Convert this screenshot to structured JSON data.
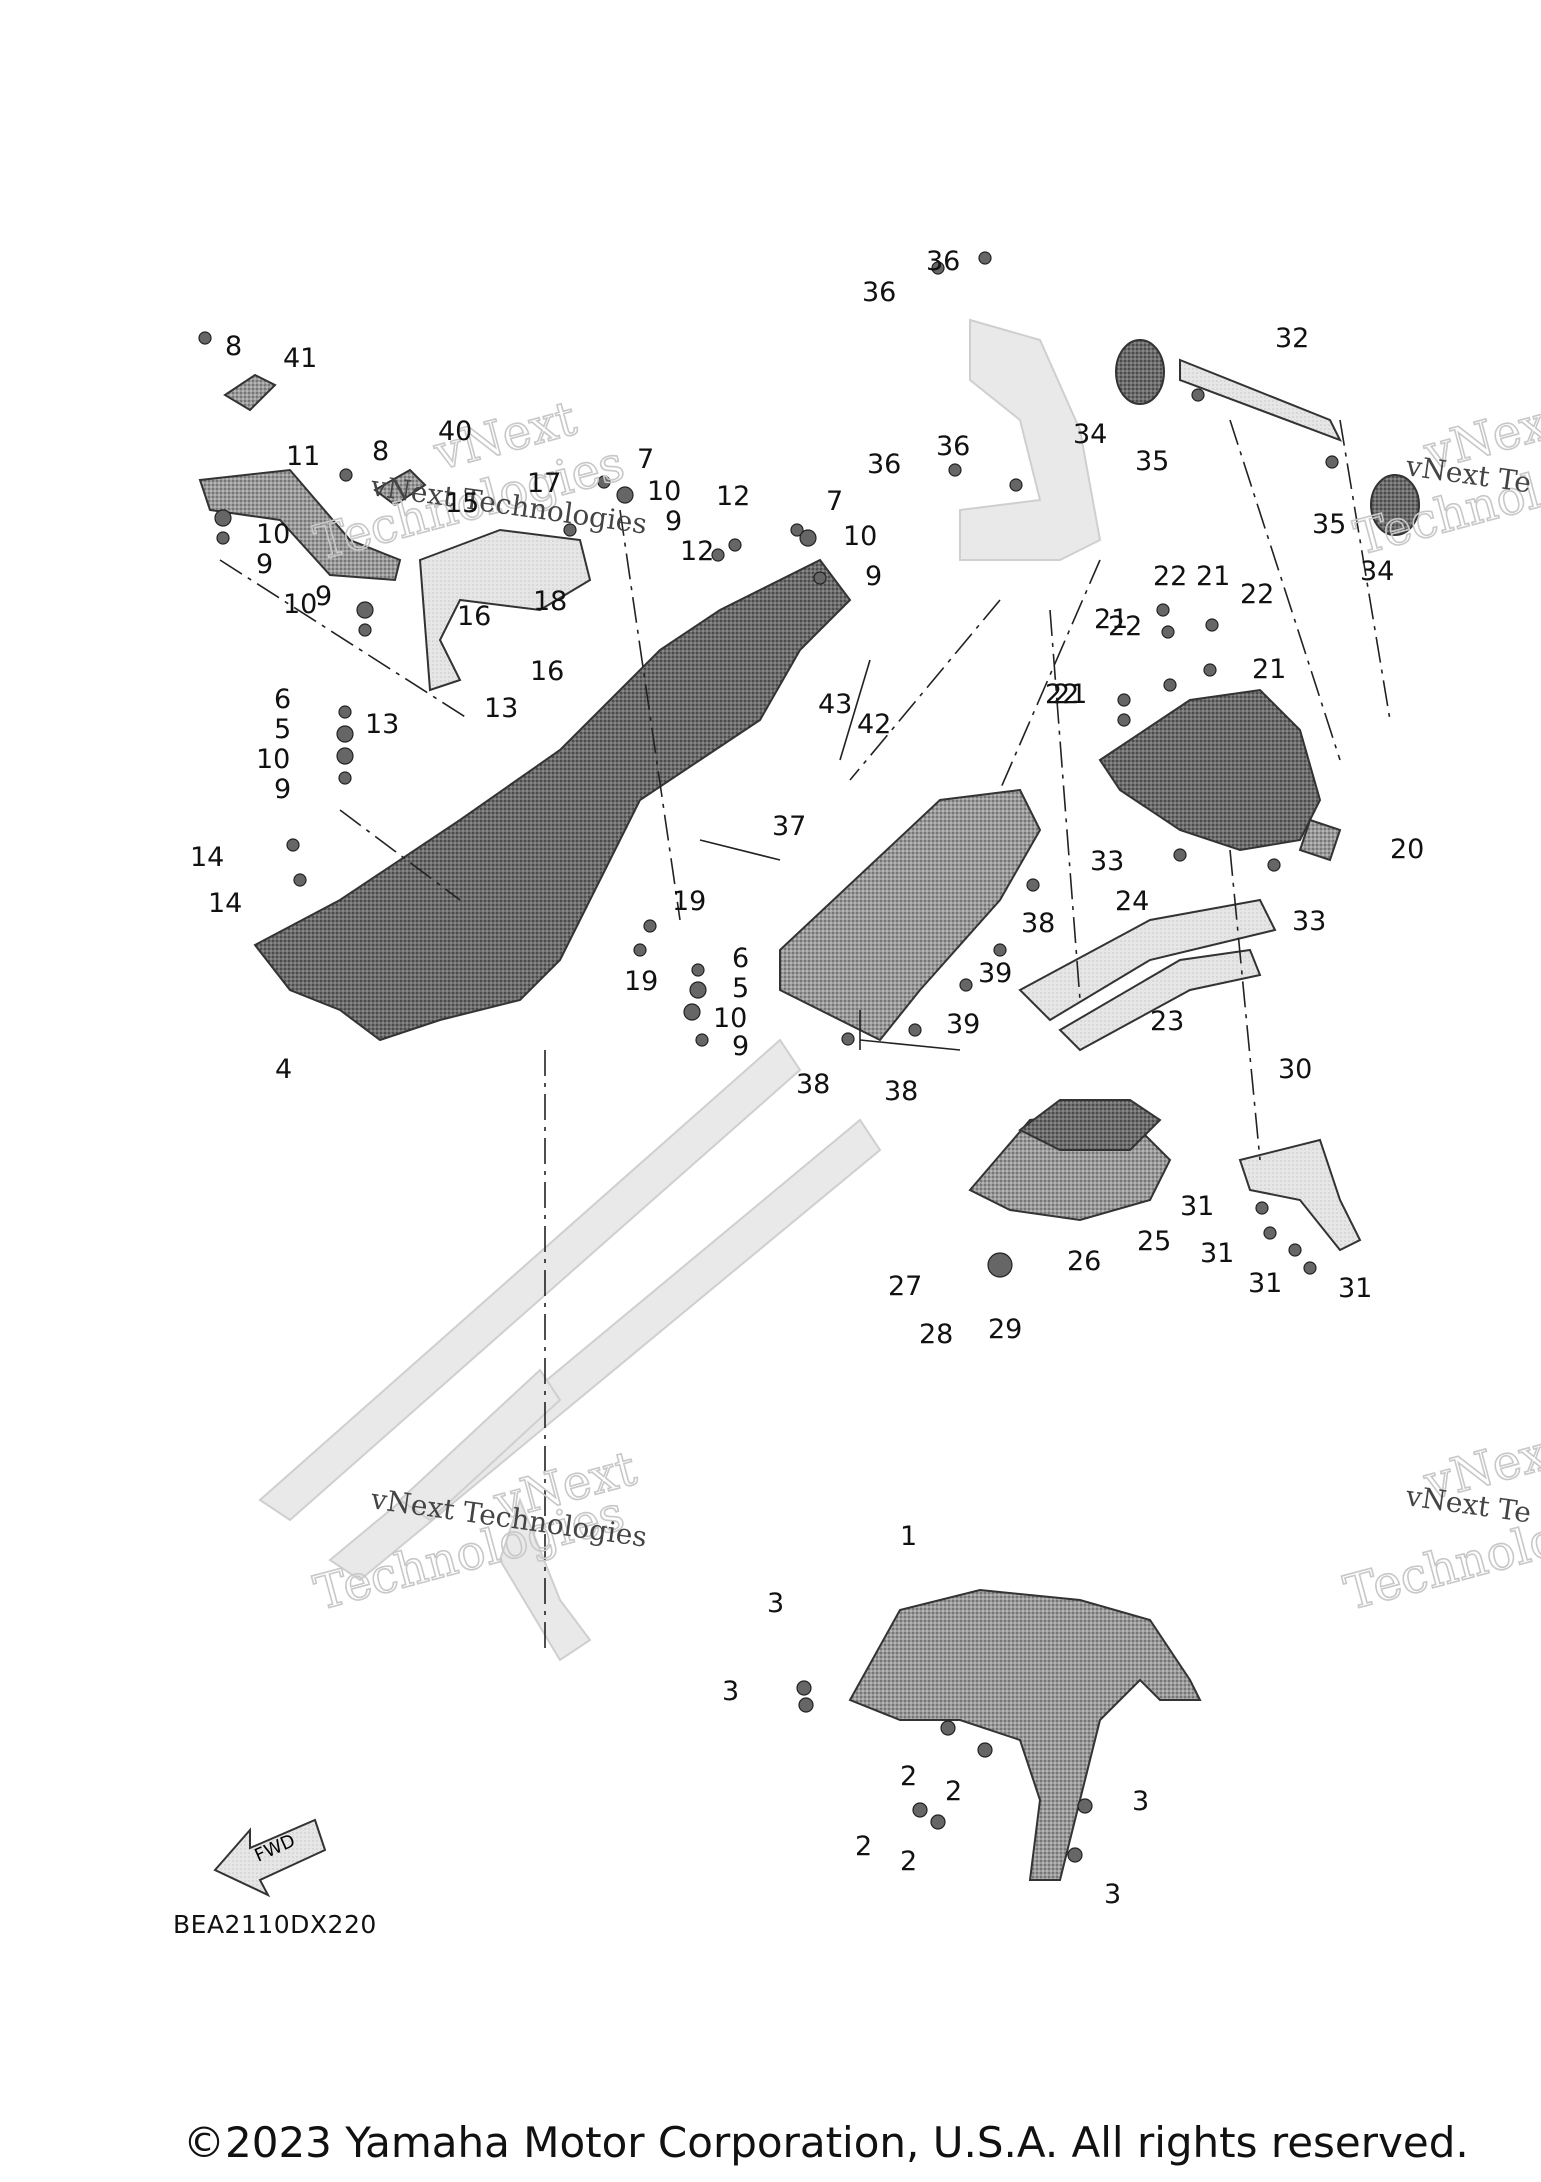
{
  "diagram": {
    "code": "BEA2110DX220",
    "fwd_label": "FWD",
    "watermark": {
      "line1": "vNext",
      "line2": "Technologies",
      "caption": "vNext Technologies",
      "caption_partial": "vNext Te"
    },
    "callouts": [
      "1",
      "2",
      "3",
      "4",
      "5",
      "6",
      "7",
      "8",
      "9",
      "10",
      "11",
      "12",
      "13",
      "14",
      "15",
      "16",
      "17",
      "18",
      "19",
      "20",
      "21",
      "22",
      "23",
      "24",
      "25",
      "26",
      "27",
      "28",
      "29",
      "30",
      "31",
      "32",
      "33",
      "34",
      "35",
      "36",
      "37",
      "38",
      "39",
      "40",
      "41",
      "42",
      "43"
    ]
  },
  "footer": {
    "copyright": "©2023 Yamaha Motor Corporation, U.S.A. All rights reserved."
  }
}
